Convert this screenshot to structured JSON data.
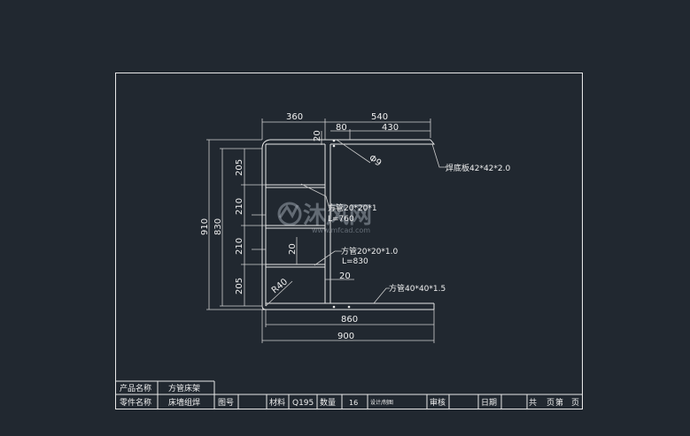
{
  "dimensions": {
    "top_left": "360",
    "top_right": "540",
    "top_430": "430",
    "top_80": "80",
    "top_20": "20",
    "phi": "Φ9",
    "h205a": "205",
    "h210a": "210",
    "h210b": "210",
    "h205b": "205",
    "h830": "830",
    "h910": "910",
    "h20mid": "20",
    "h20low": "20",
    "radius": "R40",
    "bottom_860": "860",
    "bottom_900": "900"
  },
  "callouts": {
    "plate": "焊底板42*42*2.0",
    "tube_upper_a": "方管20*20*1",
    "tube_upper_b": "L=760",
    "tube_mid_a": "方管20*20*1.0",
    "tube_mid_b": "L=830",
    "tube_bottom": "方管40*40*1.5"
  },
  "watermark": {
    "brand_cn": "沐风网",
    "brand_url": "www.mfcad.com"
  },
  "title_block": {
    "row1": {
      "label_product": "产品名称",
      "value_product": "方管床架"
    },
    "row2": {
      "label_part": "零件名称",
      "value_part": "床墙组焊",
      "label_drawing_no": "图号",
      "label_material": "材料",
      "value_material": "Q195",
      "label_qty": "数量",
      "value_qty": "16",
      "label_design": "设计/制图",
      "label_review": "审核",
      "label_date": "日期",
      "label_total": "共",
      "label_page": "页",
      "label_sheet": "第",
      "label_page2": "页"
    }
  }
}
